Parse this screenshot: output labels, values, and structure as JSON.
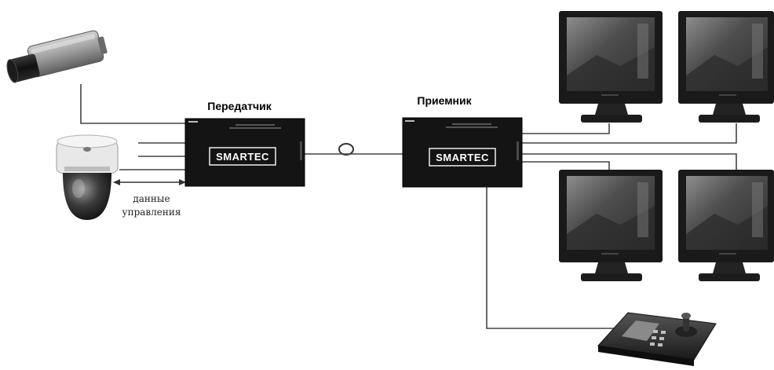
{
  "transmitter": {
    "label": "Передатчик",
    "brand": "SMARTEC"
  },
  "receiver": {
    "label": "Приемник",
    "brand": "SMARTEC"
  },
  "control_data": {
    "line1": "данные",
    "line2": "управления"
  },
  "colors": {
    "device_body": "#141414",
    "wire": "#444444",
    "brand_frame": "#ffffff"
  },
  "icons": [
    "box-camera-icon",
    "dome-camera-icon",
    "fiber-coil-icon",
    "monitor-icon",
    "ptz-keyboard-icon"
  ]
}
